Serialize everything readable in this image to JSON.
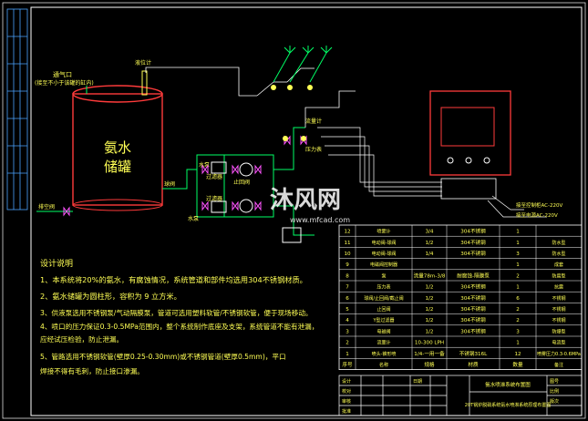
{
  "tank": {
    "title_line1": "氨水",
    "title_line2": "储罐",
    "vent_label": "通气口",
    "vent_note": "(接至不小于该罐的缸内)",
    "level_label": "液位计",
    "drain_label": "排空阀",
    "outlet_label": "球阀"
  },
  "pipe_labels": {
    "filter1": "过滤器",
    "filter2": "过滤器",
    "pump1": "水泵",
    "pump2": "水泵",
    "valve1": "止回阀",
    "meter": "流量计",
    "pressure": "压力表"
  },
  "cabinet": {
    "label1": "接至控制柜AC-220V",
    "label2": "接至电源AC-220V"
  },
  "watermark": {
    "text": "沐风网",
    "url": "www.mfcad.com"
  },
  "notes": {
    "title": "设计说明",
    "lines": [
      "1、本系统将20%的氨水，有腐蚀情况，系统管道和部件均选用304不锈钢材质。",
      "2、氨水储罐为圆柱形，容积为 9 立方米。",
      "3、供液泵选用不锈钢泵/气动隔膜泵，管道可选用塑料软管/不锈钢软管，便于现场移动。",
      "4、喷口的压力保证0.3-0.5MPa范围内，整个系统制作底座及支架，系统管道不能有泄漏，",
      "   应经试压检验，防止泄漏。",
      "5、管路选用不锈钢软管(壁厚0.25-0.30mm)或不锈钢管道(壁厚0.5mm)，平口",
      "   焊接不得有毛刺，防止接口渗漏。"
    ]
  },
  "bom": {
    "rows": [
      [
        "12",
        "喷雾计",
        "3/4",
        "304不锈钢",
        "1",
        ""
      ],
      [
        "11",
        "电动阀-球阀",
        "1/2",
        "304不锈钢",
        "1",
        "防水型"
      ],
      [
        "10",
        "电动阀-球阀",
        "1/4",
        "304不锈钢",
        "3",
        "防水型"
      ],
      [
        "9",
        "电磁阀控制器",
        "",
        "",
        "1",
        "成套"
      ],
      [
        "8",
        "泵",
        "流量78m-3/8",
        "耐腐蚀-隔膜泵",
        "2",
        "防腐型"
      ],
      [
        "7",
        "压力表",
        "1/2",
        "304不锈钢",
        "1",
        "抗震"
      ],
      [
        "6",
        "球阀/止回阀/截止阀",
        "1/2",
        "304不锈钢",
        "6",
        "不锈钢"
      ],
      [
        "5",
        "止回阀",
        "1/2",
        "304不锈钢",
        "2",
        "不锈钢"
      ],
      [
        "4",
        "Y型过滤器",
        "1/2",
        "304不锈钢",
        "2",
        "不锈钢"
      ],
      [
        "3",
        "电磁阀",
        "1/2",
        "304不锈钢",
        "3",
        "防爆型"
      ],
      [
        "2",
        "流量计",
        "10-300 LPH",
        "",
        "1",
        "电流型"
      ],
      [
        "1",
        "喷头-锥形喷",
        "1/4-一用一备",
        "不锈钢316L",
        "12",
        "喷雾压力0.3-0.6MPa"
      ]
    ],
    "header": [
      "序号",
      "名称",
      "规格",
      "材质",
      "数量",
      "备注"
    ]
  },
  "title_block": {
    "drawing_title": "氨水喷淋系统布置图",
    "project": "20T锅炉脱硝系统氨水喷淋系统原理布置图",
    "cells": [
      "设计",
      "校对",
      "审核",
      "批准",
      "日期",
      "图号",
      "比例",
      "版次"
    ]
  }
}
